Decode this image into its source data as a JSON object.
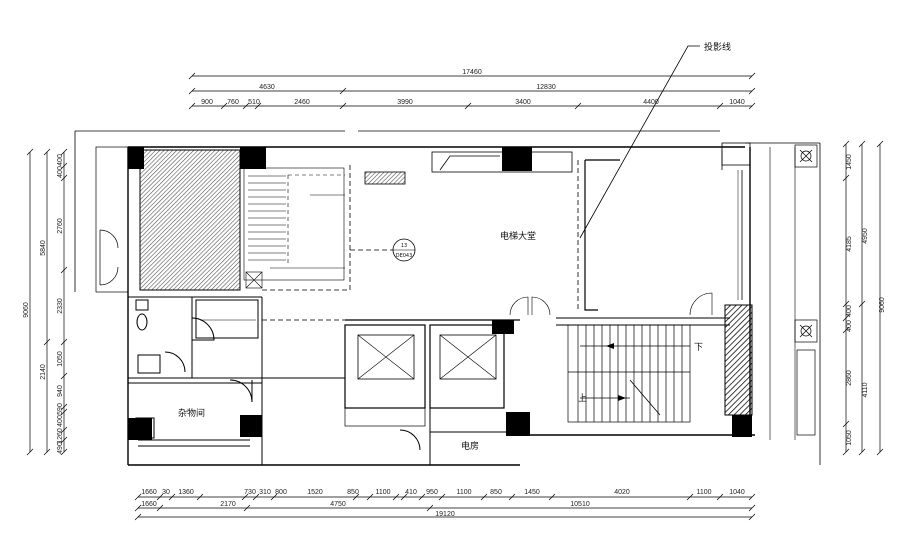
{
  "labels": {
    "projection_line": "投影线",
    "elevator_hall": "电梯大堂",
    "storage": "杂物间",
    "electric_room": "电房",
    "stair_down": "下",
    "stair_up": "上",
    "symbol_number": "13",
    "symbol_code": "DE043"
  },
  "dims": {
    "top_total": "17460",
    "top_mid": [
      "4630",
      "12830"
    ],
    "top_detail": [
      "900",
      "760",
      "510",
      "2460",
      "3990",
      "3400",
      "4400",
      "1040"
    ],
    "bottom_detail": [
      "1660",
      "30",
      "1360",
      "730",
      "310",
      "800",
      "1520",
      "850",
      "1100",
      "410",
      "950",
      "1100",
      "850",
      "1450",
      "4020",
      "1100",
      "1040"
    ],
    "bottom_mid": [
      "1660",
      "2170",
      "4750",
      "10510"
    ],
    "bottom_total": "19120",
    "left_detail": [
      "400",
      "400",
      "2760",
      "2330",
      "1050",
      "940",
      "590",
      "400",
      "1260",
      "490"
    ],
    "left_mid": [
      "5840",
      "2140"
    ],
    "left_total": "9060",
    "right_detail": [
      "1450",
      "4185",
      "400",
      "400",
      "2860",
      "1050"
    ],
    "right_mid": [
      "4950",
      "4110"
    ],
    "right_total": "9060"
  },
  "colors": {
    "line": "#000000",
    "hatch": "#555555"
  }
}
